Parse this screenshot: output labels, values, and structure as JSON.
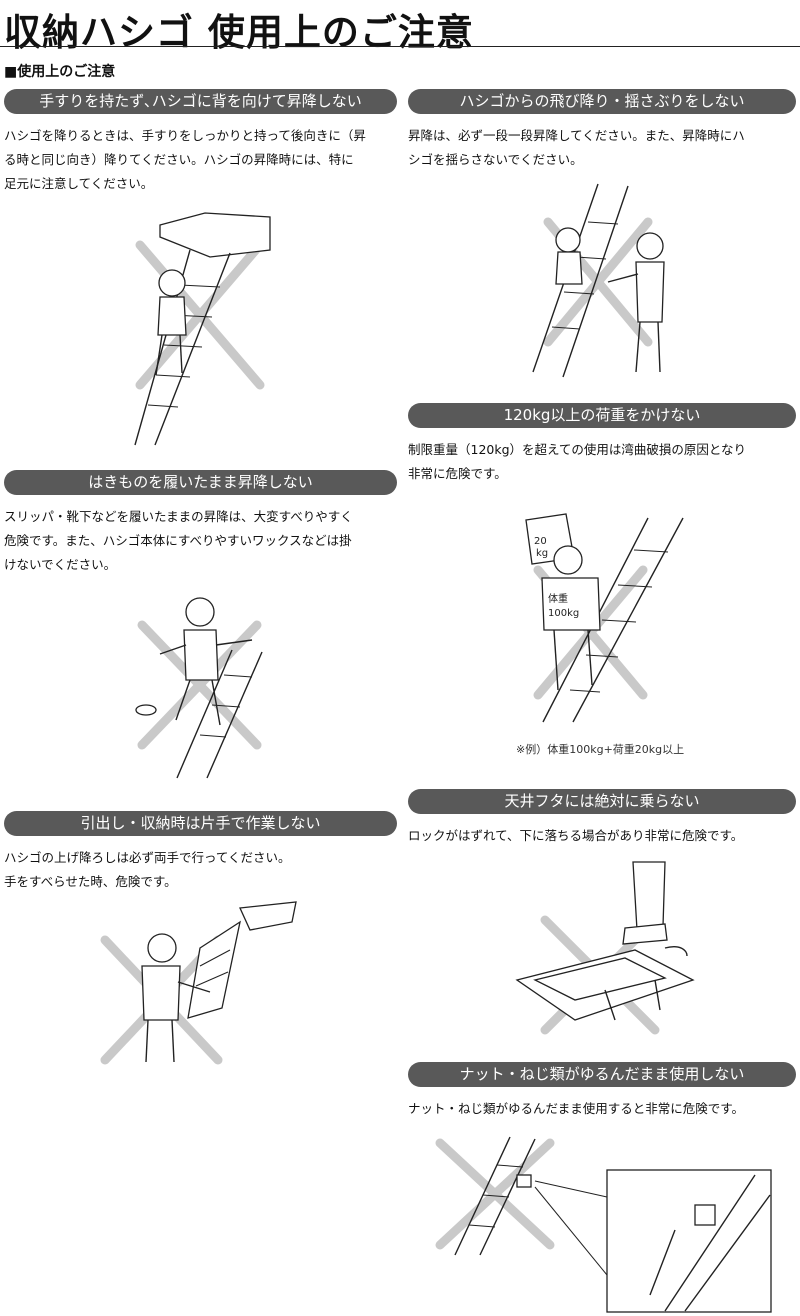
{
  "page": {
    "title": "収納ハシゴ 使用上のご注意",
    "subheading": "■使用上のご注意"
  },
  "sections": [
    {
      "heading": "手すりを持たず､ハシゴに背を向けて昇降しない",
      "text": "ハシゴを降りるときは、手すりをしっかりと持って後向きに（昇\nる時と同じ向き）降りてください。ハシゴの昇降時には、特に\n足元に注意してください。"
    },
    {
      "heading": "ハシゴからの飛び降り・揺さぶりをしない",
      "text": "昇降は、必ず一段一段昇降してください。また、昇降時にハ\nシゴを揺らさないでください。"
    },
    {
      "heading": "120kg以上の荷重をかけない",
      "text": "制限重量（120kg）を超えての使用は湾曲破損の原因となり\n非常に危険です。",
      "illustration_labels": {
        "load": "20\nkg",
        "body_weight_label": "体重",
        "body_weight_value": "100kg"
      },
      "note": "※例）体重100kg+荷重20kg以上"
    },
    {
      "heading": "はきものを履いたまま昇降しない",
      "text": "スリッパ・靴下などを履いたままの昇降は、大変すべりやすく\n危険です。また、ハシゴ本体にすべりやすいワックスなどは掛\nけないでください。"
    },
    {
      "heading": "天井フタには絶対に乗らない",
      "text": "ロックがはずれて、下に落ちる場合があり非常に危険です。"
    },
    {
      "heading": "引出し・収納時は片手で作業しない",
      "text": "ハシゴの上げ降ろしは必ず両手で行ってください。\n手をすべらせた時、危険です。"
    },
    {
      "heading": "ナット・ねじ類がゆるんだまま使用しない",
      "text": "ナット・ねじ類がゆるんだまま使用すると非常に危険です。"
    }
  ],
  "icons": {
    "prohibited_mark": "cross-mark-icon",
    "color_prohibited_mark": "#c9c9c9",
    "color_heading_pill": "#595959"
  }
}
